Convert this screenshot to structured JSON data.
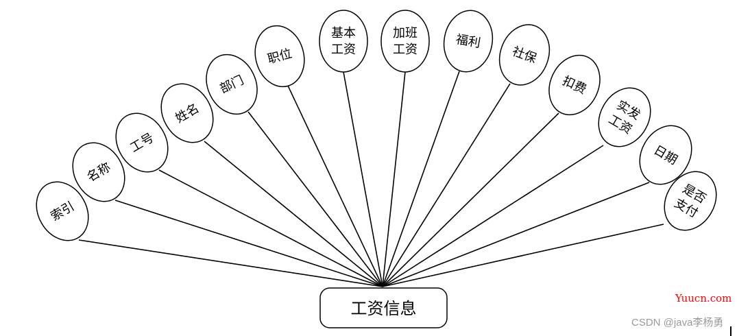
{
  "entity": {
    "label": "工资信息"
  },
  "attributes": [
    {
      "lines": [
        "索引"
      ]
    },
    {
      "lines": [
        "名称"
      ]
    },
    {
      "lines": [
        "工号"
      ]
    },
    {
      "lines": [
        "姓名"
      ]
    },
    {
      "lines": [
        "部门"
      ]
    },
    {
      "lines": [
        "职位"
      ]
    },
    {
      "lines": [
        "基本",
        "工资"
      ]
    },
    {
      "lines": [
        "加班",
        "工资"
      ]
    },
    {
      "lines": [
        "福利"
      ]
    },
    {
      "lines": [
        "社保"
      ]
    },
    {
      "lines": [
        "扣费"
      ]
    },
    {
      "lines": [
        "实发",
        "工资"
      ]
    },
    {
      "lines": [
        "日期"
      ]
    },
    {
      "lines": [
        "是否",
        "支付"
      ]
    }
  ],
  "watermarks": {
    "site": "Yuucn.com",
    "author": "CSDN @java李杨勇"
  },
  "colors": {
    "stroke": "#000000",
    "site_watermark": "#ff0000",
    "author_watermark": "#999999"
  }
}
